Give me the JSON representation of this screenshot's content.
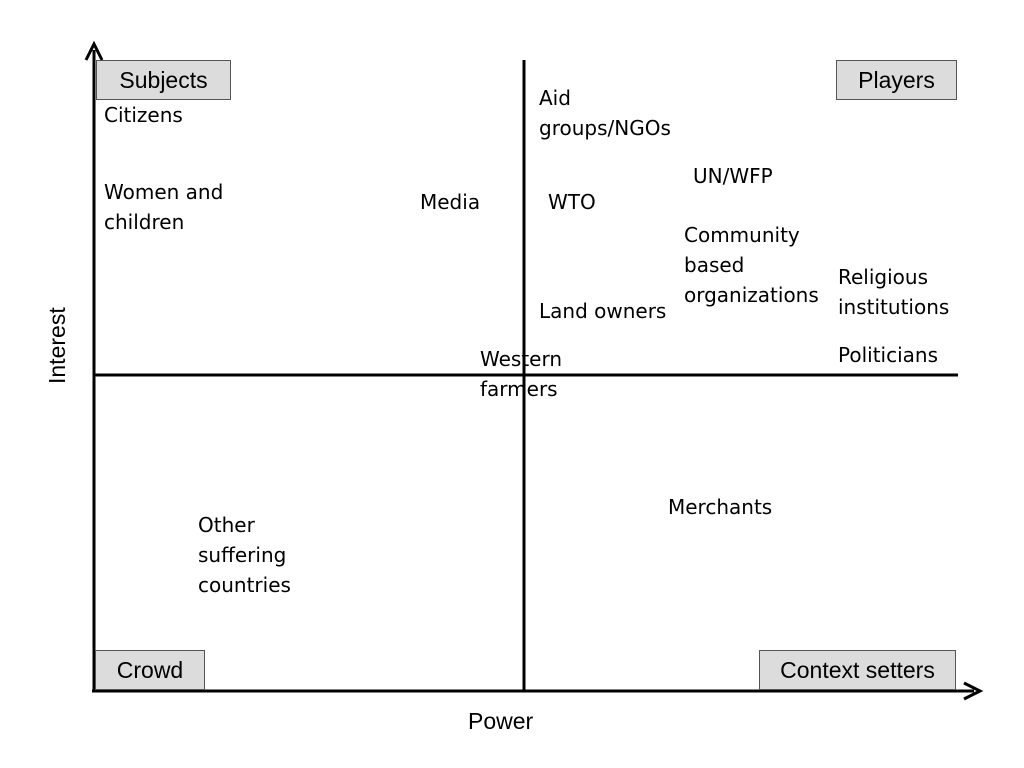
{
  "axes": {
    "x_label": "Power",
    "y_label": "Interest"
  },
  "quadrants": {
    "top_left": "Subjects",
    "top_right": "Players",
    "bottom_left": "Crowd",
    "bottom_right": "Context setters"
  },
  "stakeholders": [
    {
      "id": "citizens",
      "text": "Citizens"
    },
    {
      "id": "women-children",
      "text": "Women and\nchildren"
    },
    {
      "id": "media",
      "text": "Media"
    },
    {
      "id": "aid-groups",
      "text": "Aid\ngroups/NGOs"
    },
    {
      "id": "wto",
      "text": "WTO"
    },
    {
      "id": "un-wfp",
      "text": "UN/WFP"
    },
    {
      "id": "community",
      "text": "Community\nbased\norganizations"
    },
    {
      "id": "religious",
      "text": "Religious\ninstitutions"
    },
    {
      "id": "land-owners",
      "text": "Land owners"
    },
    {
      "id": "western-farmers",
      "text": "Western\nfarmers"
    },
    {
      "id": "politicians",
      "text": "Politicians"
    },
    {
      "id": "merchants",
      "text": "Merchants"
    },
    {
      "id": "other-countries",
      "text": "Other\nsuffering\ncountries"
    }
  ]
}
